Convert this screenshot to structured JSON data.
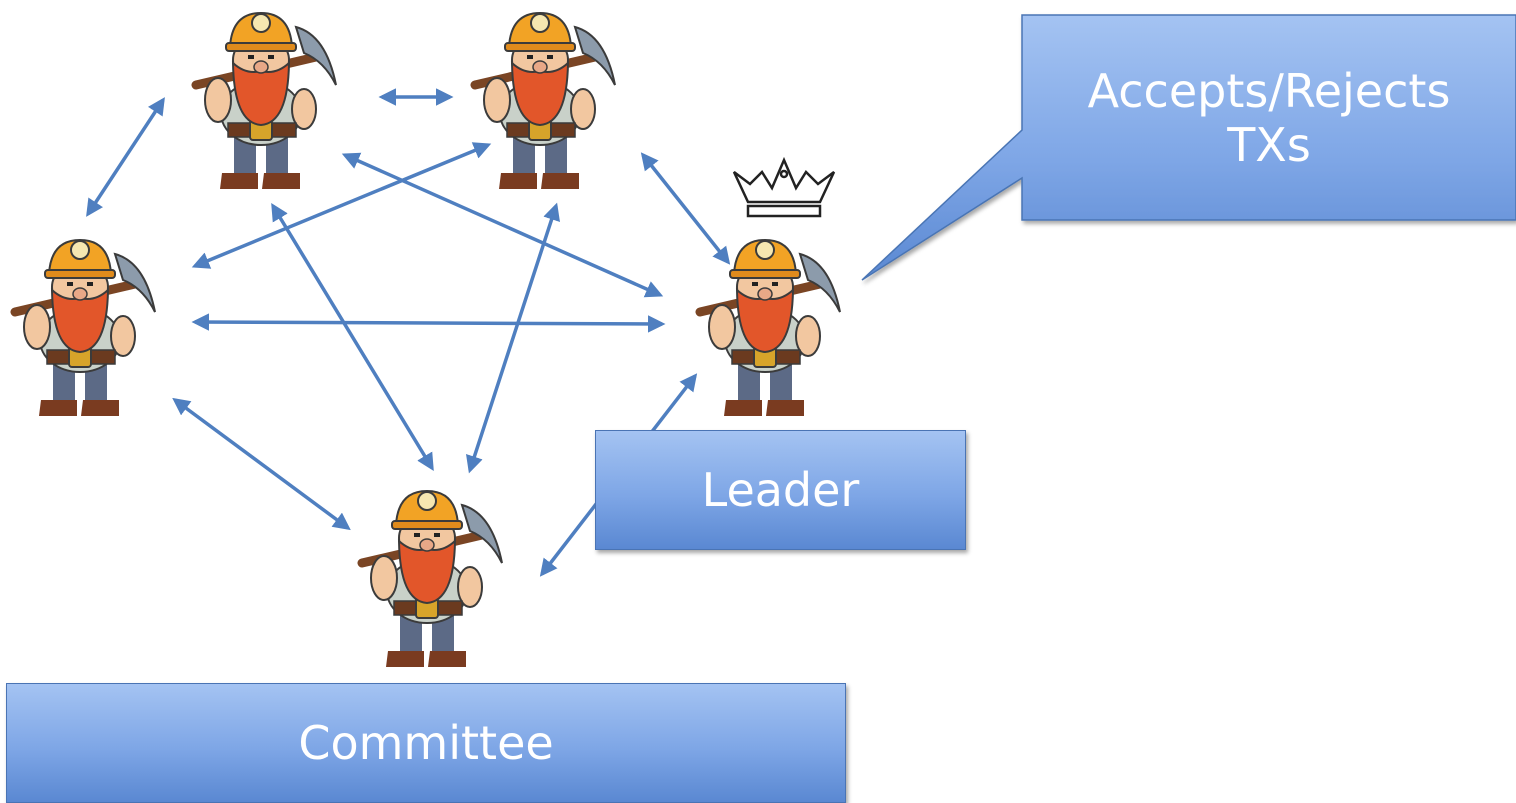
{
  "diagram": {
    "callout": {
      "text": "Accepts/Rejects\nTXs"
    },
    "leader_label": "Leader",
    "committee_label": "Committee",
    "colors": {
      "arrow": "#4f7fc0",
      "box_top": "#a4c3f2",
      "box_bottom": "#5a88d2",
      "box_border": "#4a74b4",
      "beard": "#e2562a",
      "helmet": "#f2a325"
    },
    "icons": [
      "miner-icon",
      "crown-icon"
    ]
  }
}
